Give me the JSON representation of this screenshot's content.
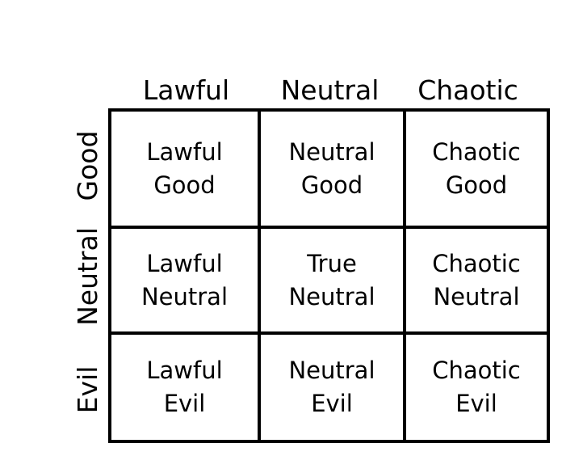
{
  "columns": [
    "Lawful",
    "Neutral",
    "Chaotic"
  ],
  "rows": [
    "Good",
    "Neutral",
    "Evil"
  ],
  "cells": [
    [
      {
        "line1": "Lawful",
        "line2": "Good"
      },
      {
        "line1": "Neutral",
        "line2": "Good"
      },
      {
        "line1": "Chaotic",
        "line2": "Good"
      }
    ],
    [
      {
        "line1": "Lawful",
        "line2": "Neutral"
      },
      {
        "line1": "True",
        "line2": "Neutral"
      },
      {
        "line1": "Chaotic",
        "line2": "Neutral"
      }
    ],
    [
      {
        "line1": "Lawful",
        "line2": "Evil"
      },
      {
        "line1": "Neutral",
        "line2": "Evil"
      },
      {
        "line1": "Chaotic",
        "line2": "Evil"
      }
    ]
  ]
}
